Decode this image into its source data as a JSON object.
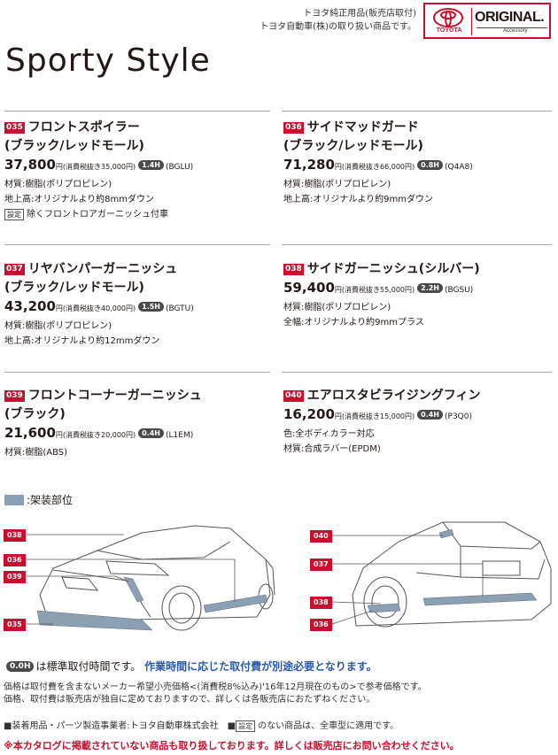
{
  "header": {
    "line1": "トヨタ純正用品(販売店取付)",
    "line2": "トヨタ自動車(株)の取り扱い商品です。",
    "brand_name": "TOYOTA",
    "original_label": "ORIGINAL.",
    "accessory_label": "Accessory"
  },
  "page_title": "Sporty Style",
  "unit": "円",
  "items": [
    {
      "code": "035",
      "name1": "フロントスポイラー",
      "name2": "(ブラック/レッドモール)",
      "price": "37,800",
      "tax_excl": "(消費税抜き35,000円)",
      "hours": "1.4H",
      "part": "(BGLU)",
      "specs": [
        "材質:樹脂(ポリプロピレン)",
        "地上高:オリジナルより約8mmダウン"
      ],
      "set_label": "設定",
      "set_text": "除くフロントロアガーニッシュ付車"
    },
    {
      "code": "036",
      "name1": "サイドマッドガード",
      "name2": "(ブラック/レッドモール)",
      "price": "71,280",
      "tax_excl": "(消費税抜き66,000円)",
      "hours": "0.8H",
      "part": "(Q4A8)",
      "specs": [
        "材質:樹脂(ポリプロピレン)",
        "地上高:オリジナルより約9mmダウン"
      ]
    },
    {
      "code": "037",
      "name1": "リヤバンパーガーニッシュ",
      "name2": "(ブラック/レッドモール)",
      "price": "43,200",
      "tax_excl": "(消費税抜き40,000円)",
      "hours": "1.5H",
      "part": "(BGTU)",
      "specs": [
        "材質:樹脂(ポリプロピレン)",
        "地上高:オリジナルより約12mmダウン"
      ]
    },
    {
      "code": "038",
      "name1": "サイドガーニッシュ(シルバー)",
      "price": "59,400",
      "tax_excl": "(消費税抜き55,000円)",
      "hours": "2.2H",
      "part": "(BGSU)",
      "specs": [
        "材質:樹脂(ポリプロピレン)",
        "全幅:オリジナルより約9mmプラス"
      ]
    },
    {
      "code": "039",
      "name1": "フロントコーナーガーニッシュ",
      "name2": "(ブラック)",
      "price": "21,600",
      "tax_excl": "(消費税抜き20,000円)",
      "hours": "0.4H",
      "part": "(L1EM)",
      "specs": [
        "材質:樹脂(ABS)"
      ]
    },
    {
      "code": "040",
      "name1": "エアロスタビライジングフィン",
      "price": "16,200",
      "tax_excl": "(消費税抜き15,000円)",
      "hours": "0.4H",
      "part": "(P3Q0)",
      "specs": [
        "色:全ボディカラー対応",
        "材質:合成ラバー(EPDM)"
      ]
    }
  ],
  "legend": {
    "label": ":架装部位",
    "color": "#8ca0b3"
  },
  "diagram": {
    "front_callouts": [
      "038",
      "036",
      "039",
      "035"
    ],
    "rear_callouts": [
      "040",
      "037",
      "038",
      "036"
    ]
  },
  "footer": {
    "std_hours_badge": "0.0H",
    "std_hours_text": "は標準取付時間です。",
    "std_hours_note": "作業時間に応じた取付費が別途必要となります。",
    "price_note1": "価格は取付費を含まないメーカー希望小売価格<(消費税8%込み)'16年12月現在のもの>で参考価格です。",
    "price_note2": "価格、取付費は販売店が独自に定めておりますので、詳しくは各販売店におたずねください。",
    "maker": "■装着用品・パーツ製造事業者:トヨタ自動車株式会社",
    "set_label": "設定",
    "set_note_prefix": "■",
    "set_note": "のない商品は、全車型に適用です。",
    "catalog_note": "※本カタログに掲載されていない商品も取り扱しております。詳しくは販売店にお問い合わせください。"
  },
  "colors": {
    "accent": "#c8102e",
    "legend": "#8ca0b3",
    "note_blue": "#2a5aa8"
  }
}
